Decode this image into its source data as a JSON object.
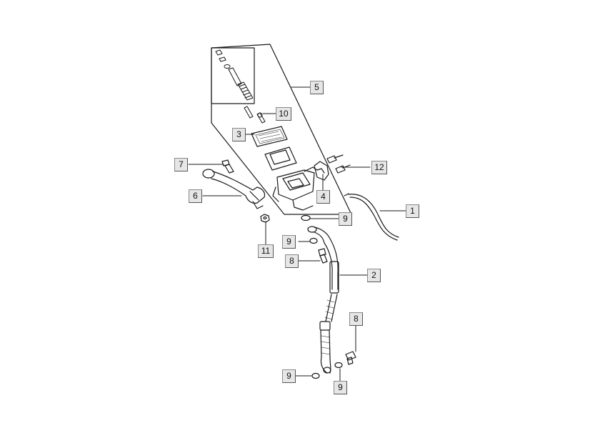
{
  "callouts": {
    "c1": "1",
    "c2": "2",
    "c3": "3",
    "c4": "4",
    "c5": "5",
    "c6": "6",
    "c7": "7",
    "c8a": "8",
    "c8b": "8",
    "c9a": "9",
    "c9b": "9",
    "c9c": "9",
    "c9d": "9",
    "c10": "10",
    "c11": "11",
    "c12": "12"
  }
}
